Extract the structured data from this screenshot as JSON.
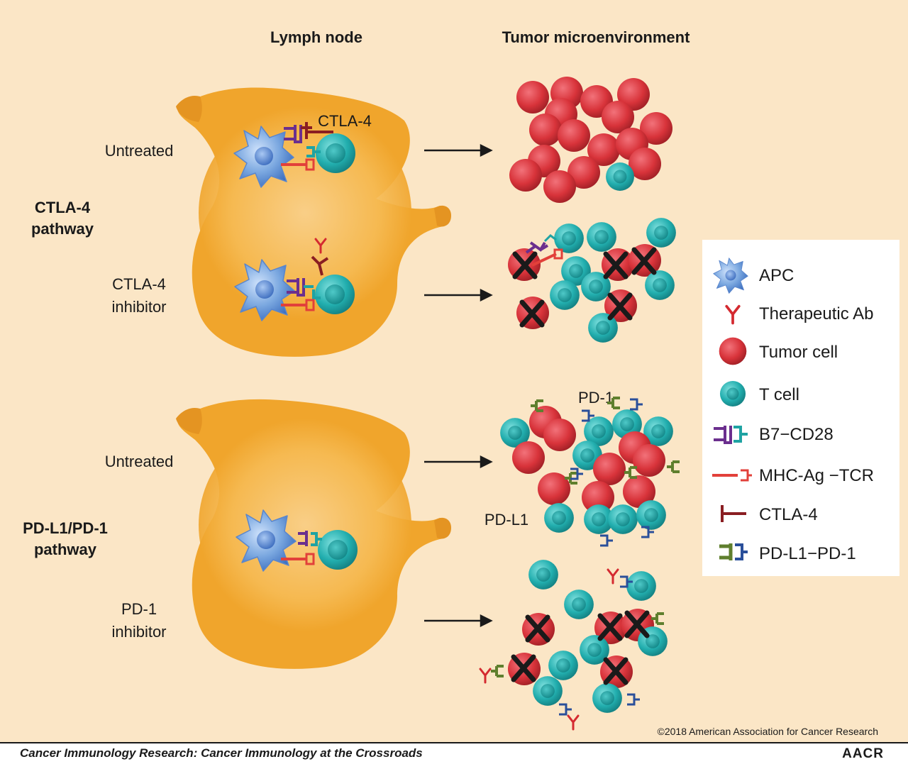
{
  "columns": {
    "left": "Lymph node",
    "right": "Tumor microenvironment"
  },
  "pathways": [
    {
      "name_line1": "CTLA-4",
      "name_line2": "pathway",
      "untreated": "Untreated",
      "inhibitor_line1": "CTLA-4",
      "inhibitor_line2": "inhibitor",
      "node_label": "CTLA-4"
    },
    {
      "name_line1": "PD-L1/PD-1",
      "name_line2": "pathway",
      "untreated": "Untreated",
      "inhibitor_line1": "PD-1",
      "inhibitor_line2": "inhibitor",
      "label_pd1": "PD-1",
      "label_pdl1": "PD-L1"
    }
  ],
  "legend": [
    {
      "icon": "apc-icon",
      "label": "APC"
    },
    {
      "icon": "therapeutic-ab-icon",
      "label": "Therapeutic Ab"
    },
    {
      "icon": "tumor-cell-icon",
      "label": "Tumor cell"
    },
    {
      "icon": "t-cell-icon",
      "label": "T cell"
    },
    {
      "icon": "b7-cd28-icon",
      "label": "B7−CD28"
    },
    {
      "icon": "mhc-tcr-icon",
      "label": "MHC-Ag −TCR"
    },
    {
      "icon": "ctla4-icon",
      "label": "CTLA-4"
    },
    {
      "icon": "pdl1-pd1-icon",
      "label": "PD-L1−PD-1"
    }
  ],
  "copyright": "©2018 American Association for Cancer Research",
  "footer": {
    "journal": "Cancer Immunology Research: Cancer Immunology at the Crossroads",
    "brand": "AACR"
  },
  "colors": {
    "background": "#fbe6c6",
    "lymph_node": "#f0a52c",
    "node_glow": "#f7bf5e",
    "tumor": "#d8333a",
    "tcell": "#2bb3b3",
    "apc": "#7ba8e0",
    "b7": "#6b2f8e",
    "cd28": "#1fa3a3",
    "mhc": "#e2403a",
    "ctla4": "#8a1e22",
    "pdl1": "#5f7f2e",
    "pd1": "#2a4f9a",
    "ab": "#d42a30"
  }
}
